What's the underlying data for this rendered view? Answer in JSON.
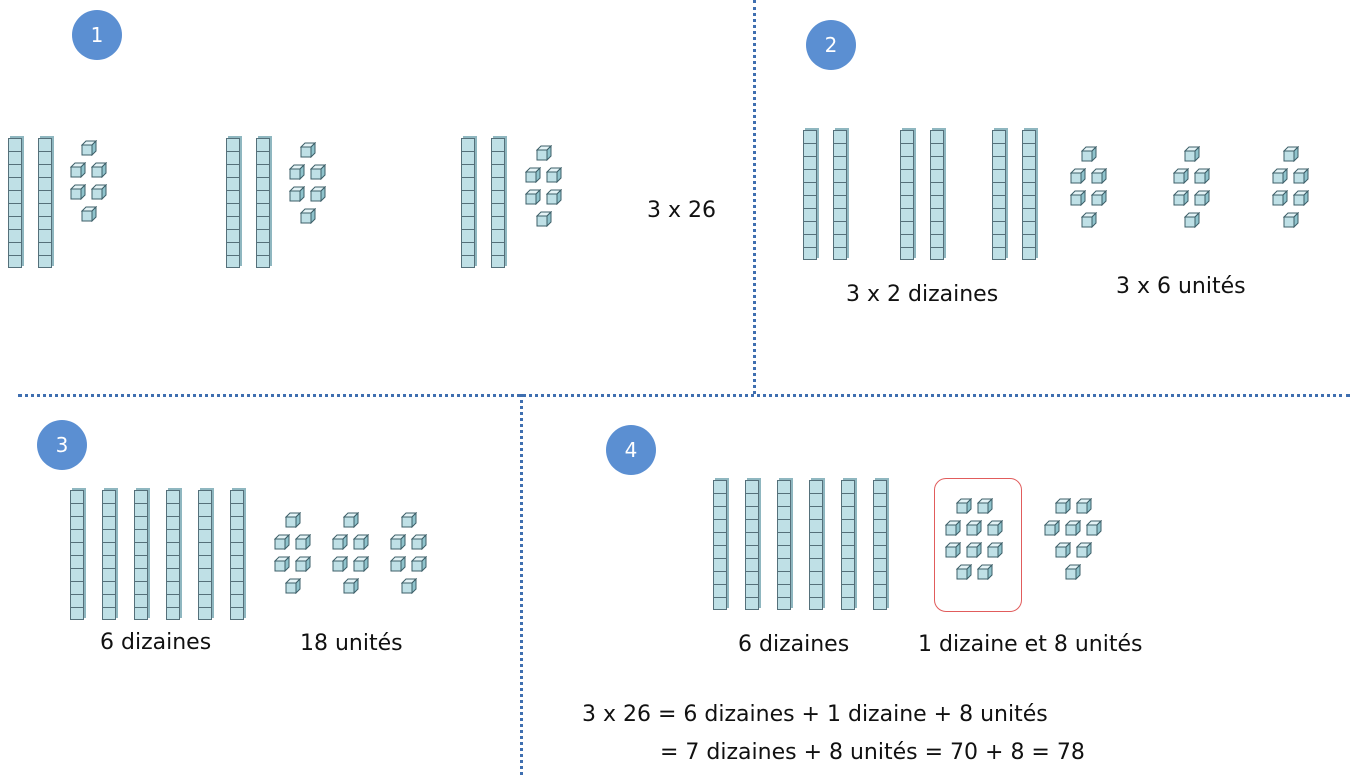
{
  "panels": [
    {
      "number": "1",
      "caption": "3 x 26"
    },
    {
      "number": "2",
      "caption_tens": "3 x 2 dizaines",
      "caption_units": "3 x 6 unités"
    },
    {
      "number": "3",
      "caption_tens": "6 dizaines",
      "caption_units": "18 unités"
    },
    {
      "number": "4",
      "caption_tens": "6 dizaines",
      "caption_units": "1 dizaine et 8 unités",
      "equation_line1": "3 x 26 = 6 dizaines + 1 dizaine + 8 unités",
      "equation_line2": "= 7 dizaines + 8 unités = 70 + 8 = 78"
    }
  ],
  "colors": {
    "divider": "#3f6fb0",
    "badge": "#5b8fd2",
    "block_fill": "#bfe0e6",
    "highlight_frame": "#e15c5c"
  },
  "icons": {
    "ten_rod": "ten-rod-icon",
    "unit_cube": "unit-cube-icon"
  }
}
